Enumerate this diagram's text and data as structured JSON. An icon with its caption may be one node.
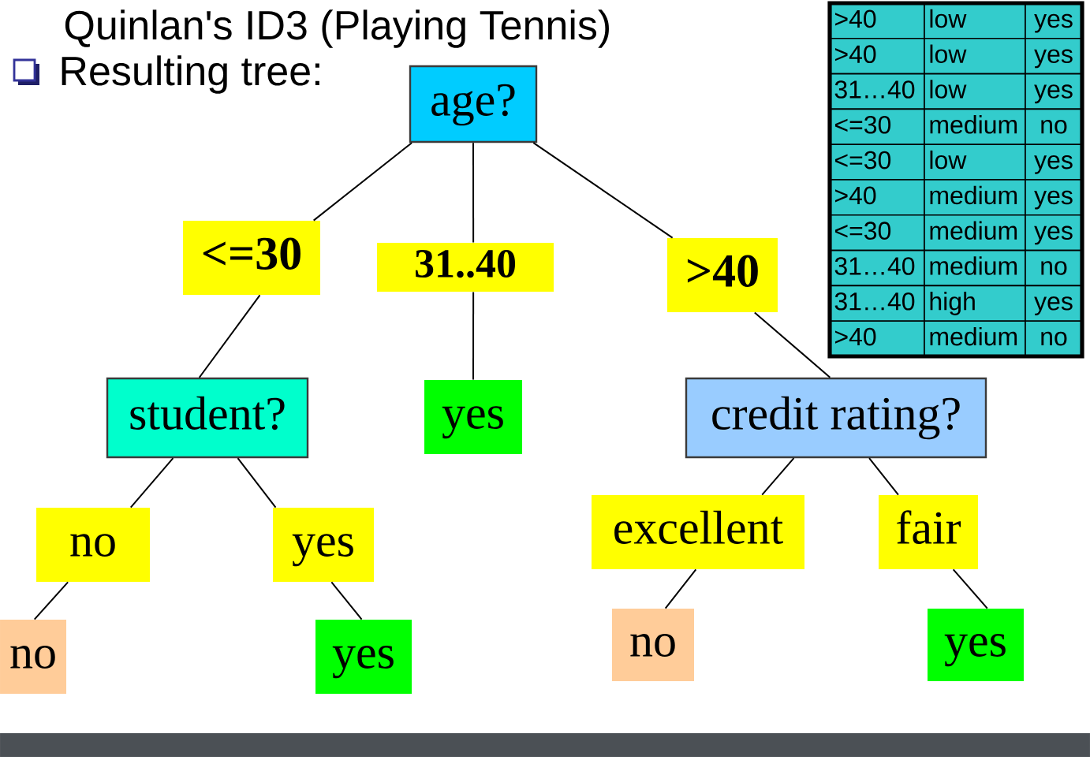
{
  "diagram": {
    "nodes": [
      {
        "text": [
          "age?"
        ]
      },
      {
        "text": [
          "<=30"
        ]
      },
      {
        "text": [
          "31..40"
        ]
      },
      {
        "text": [
          ">40"
        ]
      },
      {
        "text": [
          "student?"
        ]
      },
      {
        "text": [
          "yes"
        ]
      },
      {
        "text": [
          "credit rating?"
        ]
      },
      {
        "text": [
          "no"
        ]
      },
      {
        "text": [
          "yes"
        ]
      },
      {
        "text": [
          "excellent"
        ]
      },
      {
        "text": [
          "fair"
        ]
      },
      {
        "text": [
          "no"
        ]
      },
      {
        "text": [
          "yes"
        ]
      },
      {
        "text": [
          "no"
        ]
      },
      {
        "text": [
          "yes"
        ]
      }
    ],
    "edges": [
      {
        "from": 0,
        "to": 1,
        "arrow": "none"
      },
      {
        "from": 0,
        "to": 2,
        "arrow": "none"
      },
      {
        "from": 0,
        "to": 3,
        "arrow": "none"
      },
      {
        "from": 1,
        "to": 4,
        "arrow": "none"
      },
      {
        "from": 2,
        "to": 5,
        "arrow": "none"
      },
      {
        "from": 3,
        "to": 6,
        "arrow": "none"
      },
      {
        "from": 4,
        "to": 7,
        "arrow": "none"
      },
      {
        "from": 4,
        "to": 8,
        "arrow": "none"
      },
      {
        "from": 6,
        "to": 9,
        "arrow": "none"
      },
      {
        "from": 6,
        "to": 10,
        "arrow": "none"
      },
      {
        "from": 7,
        "to": 11,
        "arrow": "none"
      },
      {
        "from": 8,
        "to": 12,
        "arrow": "none"
      },
      {
        "from": 9,
        "to": 13,
        "arrow": "none"
      },
      {
        "from": 10,
        "to": 14,
        "arrow": "none"
      }
    ],
    "labels": [
      "Quinlan's ID3 (Playing Tennis)",
      "Resulting tree:",
      ">40",
      "low",
      "yes",
      ">40",
      "low",
      "yes",
      "31…40",
      "low",
      "yes",
      "<=30",
      "medium",
      "no",
      "<=30",
      "low",
      "yes",
      ">40",
      "medium",
      "yes",
      "<=30",
      "medium",
      "yes",
      "31…40",
      "medium",
      "no",
      "31…40",
      "high",
      "yes",
      ">40",
      "medium",
      "no"
    ]
  }
}
